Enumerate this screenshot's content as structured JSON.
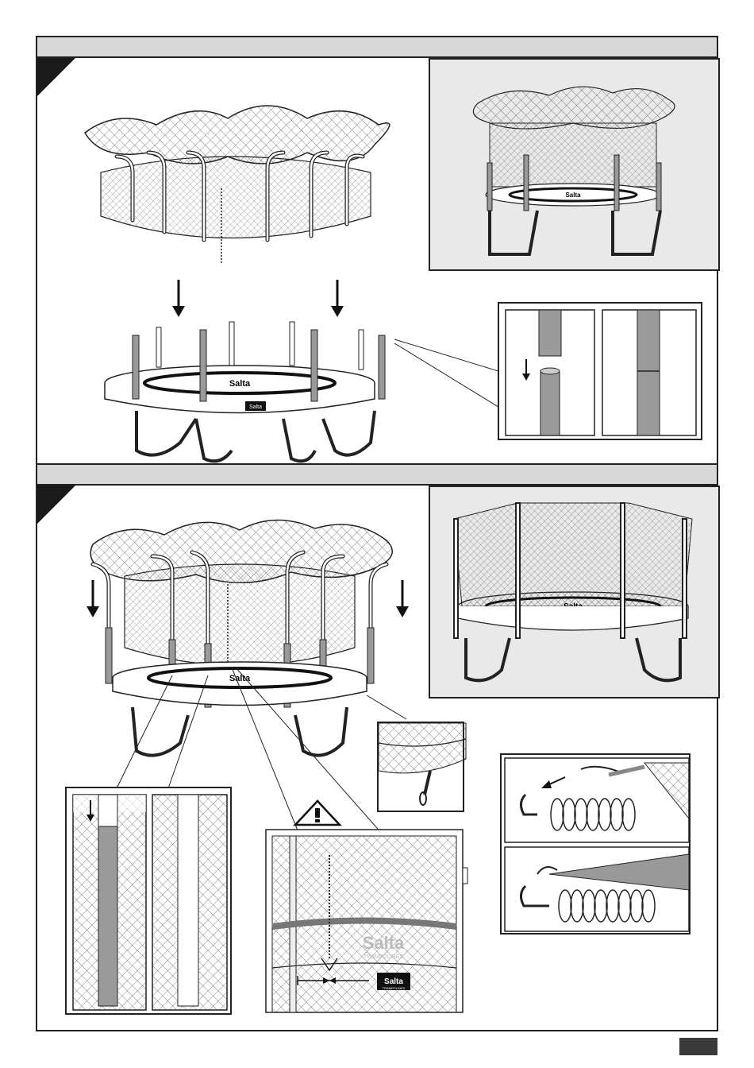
{
  "brand": {
    "logo_text": "Salta",
    "logo_subtext": "TRAMPOLINES"
  },
  "sections": [
    {
      "id": "step-a"
    },
    {
      "id": "step-b"
    }
  ],
  "icons": {
    "arrow": "arrow-down-icon",
    "warning": "warning-triangle-icon",
    "distance": "double-arrow-measure-icon"
  },
  "colors": {
    "header_bar": "#d8d8d8",
    "inset_bg": "#e9e9e9",
    "padding_gray": "#9a9a9a",
    "outline": "#222222"
  }
}
